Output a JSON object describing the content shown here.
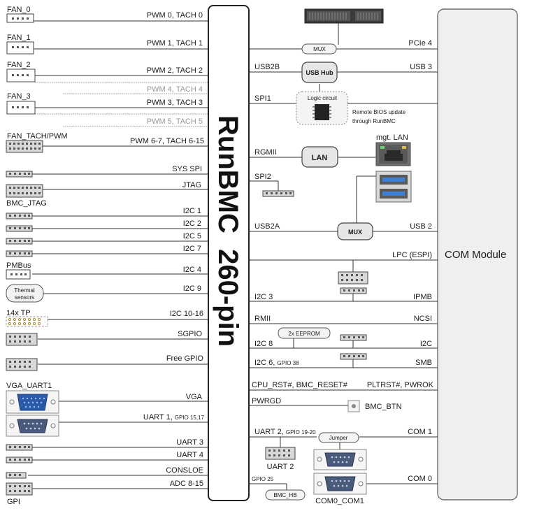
{
  "runbmc_title": "RunBMC  260-pin",
  "com_module": "COM Module",
  "left_connectors": {
    "fan0": "FAN_0",
    "fan1": "FAN_1",
    "fan2": "FAN_2",
    "fan3": "FAN_3",
    "fan_tach_pwm": "FAN_TACH/PWM",
    "bmc_jtag": "BMC_JTAG",
    "pmbus": "PMBus",
    "thermal_sensors_l1": "Thermal",
    "thermal_sensors_l2": "sensors",
    "tp14x": "14x TP",
    "vga_uart1": "VGA_UART1",
    "gpi": "GPI"
  },
  "left_signals": {
    "pwm0": "PWM 0, TACH 0",
    "pwm1": "PWM 1, TACH 1",
    "pwm2": "PWM 2, TACH 2",
    "pwm4": "PWM 4, TACH 4",
    "pwm3": "PWM 3, TACH 3",
    "pwm5": "PWM 5, TACH 5",
    "pwm67": "PWM 6-7, TACH 6-15",
    "sys_spi": "SYS SPI",
    "jtag": "JTAG",
    "i2c1": "I2C 1",
    "i2c2": "I2C 2",
    "i2c5": "I2C 5",
    "i2c7": "I2C 7",
    "i2c4": "I2C 4",
    "i2c9": "I2C 9",
    "i2c1016": "I2C 10-16",
    "sgpio": "SGPIO",
    "free_gpio": "Free GPIO",
    "vga": "VGA",
    "uart1": "UART 1,",
    "uart1_gpio": "GPIO 15,17",
    "uart3": "UART 3",
    "uart4": "UART 4",
    "consloe": "CONSLOE",
    "adc": "ADC 8-15"
  },
  "right_signals": {
    "usb2b": "USB2B",
    "spi1": "SPI1",
    "rgmii": "RGMII",
    "spi2": "SPI2",
    "usb2a": "USB2A",
    "i2c3": "I2C 3",
    "rmii": "RMII",
    "i2c8": "I2C 8",
    "i2c6": "I2C 6,",
    "i2c6_gpio": "GPIO 38",
    "cpu_rst": "CPU_RST#, BMC_RESET#",
    "pwrgd": "PWRGD",
    "uart2": "UART 2,",
    "uart2_gpio": "GPIO 19-20",
    "gpio25": "GPIO 25"
  },
  "com_signals": {
    "pcie4": "PCIe 4",
    "usb3": "USB 3",
    "usb2": "USB 2",
    "lpc": "LPC (ESPI)",
    "ipmb": "IPMB",
    "ncsi": "NCSI",
    "i2c": "I2C",
    "smb": "SMB",
    "pltrst": "PLTRST#, PWROK",
    "com1": "COM 1",
    "com0": "COM 0"
  },
  "blocks": {
    "mux_top": "MUX",
    "usb_hub": "USB Hub",
    "logic_circuit": "Logic circuit",
    "remote_bios_l1": "Remote BIOS update",
    "remote_bios_l2": "through RunBMC",
    "lan": "LAN",
    "mgt_lan": "mgt. LAN",
    "mux_usb": "MUX",
    "eeprom": "2x EEPROM",
    "bmc_btn": "BMC_BTN",
    "jumper": "Jumper",
    "uart2_conn": "UART 2",
    "com0_com1": "COM0_COM1",
    "bmc_hb": "BMC_HB"
  }
}
